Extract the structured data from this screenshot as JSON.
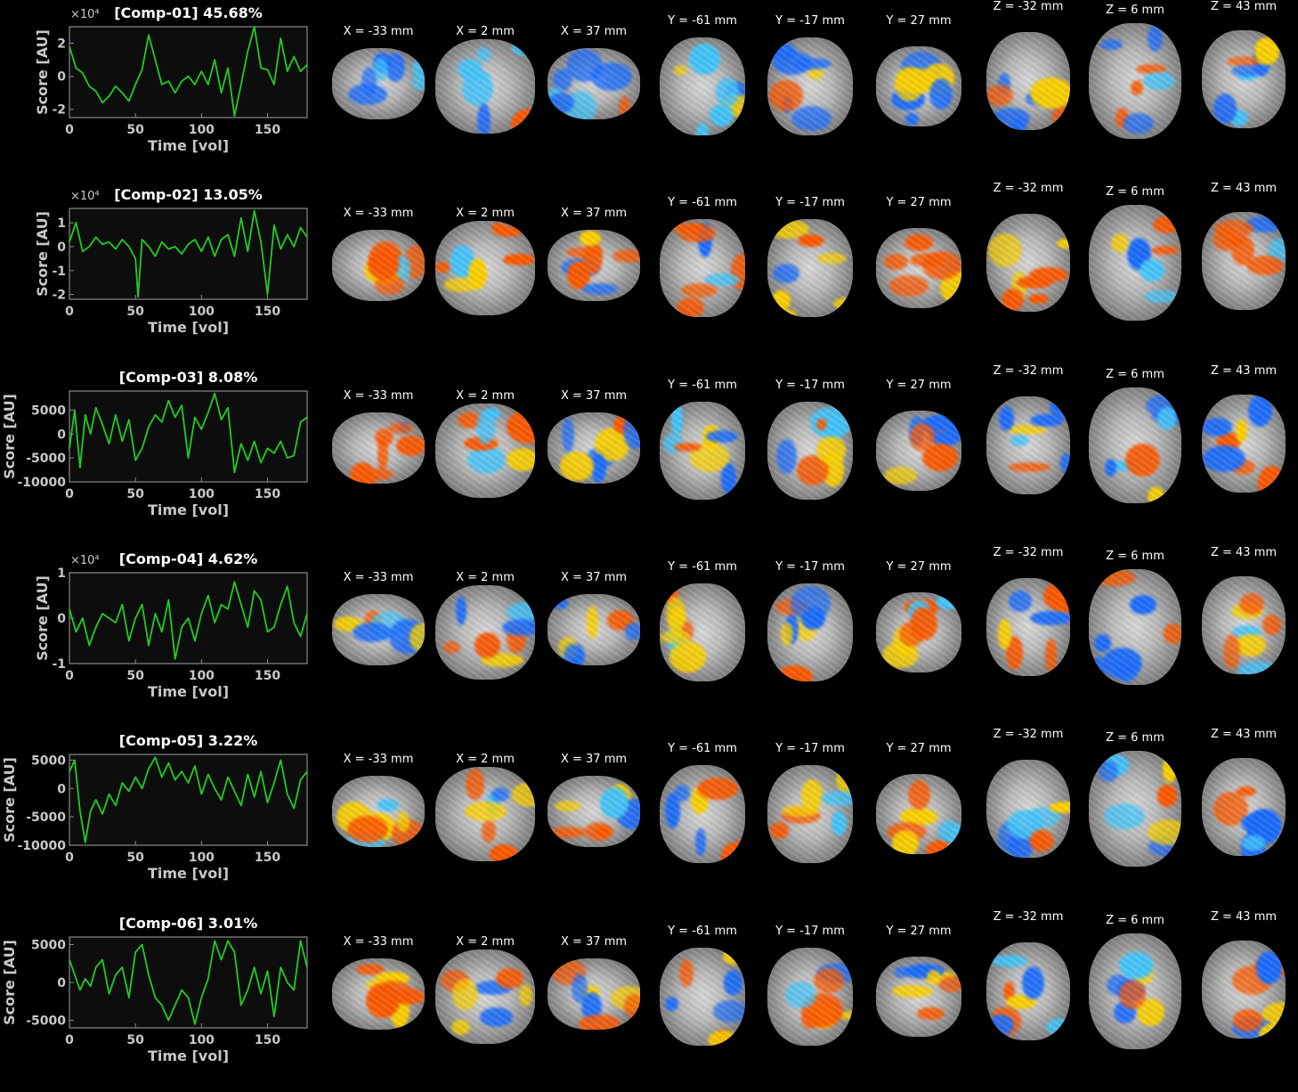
{
  "ts_color": "#22cc22",
  "activation_colors": {
    "pos": [
      "#ff5a00",
      "#ffd400"
    ],
    "neg": [
      "#1e6fff",
      "#45c8ff"
    ]
  },
  "slice_labels": [
    "X = -33 mm",
    "X = 2 mm",
    "X = 37 mm",
    "Y = -61 mm",
    "Y = -17 mm",
    "Y = 27 mm",
    "Z = -32 mm",
    "Z = 6 mm",
    "Z = 43 mm"
  ],
  "components": [
    {
      "title": "[Comp-01] 45.68%",
      "exponent": "×10⁴",
      "bias": -0.6
    },
    {
      "title": "[Comp-02] 13.05%",
      "exponent": "×10⁴",
      "bias": 0.5
    },
    {
      "title": "[Comp-03] 8.08%",
      "exponent": "",
      "bias": 0.2
    },
    {
      "title": "[Comp-04] 4.62%",
      "exponent": "×10⁴",
      "bias": 0.0
    },
    {
      "title": "[Comp-05] 3.22%",
      "exponent": "",
      "bias": 0.3
    },
    {
      "title": "[Comp-06] 3.01%",
      "exponent": "",
      "bias": 0.1
    }
  ],
  "chart_data": [
    {
      "type": "line",
      "title": "[Comp-01] 45.68%",
      "xlabel": "Time [vol]",
      "ylabel": "Score [AU]",
      "xlim": [
        0,
        180
      ],
      "ylim": [
        -2.5,
        3.0
      ],
      "xticks": [
        0,
        50,
        100,
        150
      ],
      "yticks": [
        -2,
        0,
        2
      ],
      "y_multiplier": "×10⁴",
      "x": [
        0,
        5,
        10,
        15,
        20,
        25,
        30,
        35,
        40,
        45,
        50,
        55,
        60,
        65,
        70,
        75,
        80,
        85,
        90,
        95,
        100,
        105,
        110,
        115,
        120,
        125,
        130,
        135,
        140,
        145,
        150,
        155,
        160,
        165,
        170,
        175,
        180
      ],
      "y": [
        1.8,
        0.5,
        0.2,
        -0.6,
        -0.9,
        -1.6,
        -1.2,
        -0.6,
        -1.0,
        -1.5,
        -0.5,
        0.4,
        2.5,
        1.0,
        -0.5,
        -0.3,
        -1.0,
        -0.3,
        0.0,
        -0.5,
        0.3,
        -0.5,
        1.0,
        -1.0,
        0.5,
        -2.4,
        -0.5,
        1.5,
        3.0,
        0.5,
        0.4,
        -0.5,
        2.3,
        0.3,
        1.2,
        0.3,
        0.7
      ]
    },
    {
      "type": "line",
      "title": "[Comp-02] 13.05%",
      "xlabel": "Time [vol]",
      "ylabel": "Score [AU]",
      "xlim": [
        0,
        180
      ],
      "ylim": [
        -2.2,
        1.6
      ],
      "xticks": [
        0,
        50,
        100,
        150
      ],
      "yticks": [
        -2,
        -1,
        0,
        1
      ],
      "y_multiplier": "×10⁴",
      "x": [
        0,
        5,
        10,
        15,
        20,
        25,
        30,
        35,
        40,
        45,
        50,
        52,
        55,
        60,
        65,
        70,
        75,
        80,
        85,
        90,
        95,
        100,
        105,
        110,
        115,
        120,
        125,
        130,
        135,
        140,
        145,
        150,
        155,
        160,
        165,
        170,
        175,
        180
      ],
      "y": [
        0.2,
        1.0,
        -0.2,
        0.0,
        0.4,
        0.1,
        0.2,
        -0.1,
        0.3,
        0.0,
        -0.5,
        -2.1,
        0.3,
        0.0,
        -0.4,
        0.2,
        -0.1,
        0.0,
        -0.3,
        0.1,
        0.3,
        -0.2,
        0.4,
        -0.4,
        0.3,
        0.5,
        -0.4,
        1.2,
        -0.2,
        1.5,
        0.2,
        -2.0,
        0.9,
        -0.1,
        0.5,
        0.0,
        0.8,
        0.4
      ]
    },
    {
      "type": "line",
      "title": "[Comp-03] 8.08%",
      "xlabel": "Time [vol]",
      "ylabel": "Score [AU]",
      "xlim": [
        0,
        180
      ],
      "ylim": [
        -10000,
        9000
      ],
      "xticks": [
        0,
        50,
        100,
        150
      ],
      "yticks": [
        -10000,
        -5000,
        0,
        5000
      ],
      "x": [
        0,
        4,
        8,
        12,
        16,
        20,
        25,
        30,
        35,
        40,
        45,
        50,
        55,
        60,
        65,
        70,
        75,
        80,
        85,
        90,
        95,
        100,
        105,
        110,
        115,
        120,
        125,
        130,
        135,
        140,
        145,
        150,
        155,
        160,
        165,
        170,
        175,
        180
      ],
      "y": [
        -3000,
        5000,
        -7000,
        4000,
        0,
        5500,
        2000,
        -2000,
        4000,
        -1500,
        3000,
        -5500,
        -3000,
        1500,
        4000,
        2500,
        7000,
        3500,
        6000,
        -5000,
        3500,
        1000,
        4500,
        8500,
        3000,
        5500,
        -8000,
        -2000,
        -5500,
        -1500,
        -6000,
        -3000,
        -4000,
        -1500,
        -5000,
        -4500,
        2500,
        3500
      ]
    },
    {
      "type": "line",
      "title": "[Comp-04] 4.62%",
      "xlabel": "Time [vol]",
      "ylabel": "Score [AU]",
      "xlim": [
        0,
        180
      ],
      "ylim": [
        -1.0,
        1.0
      ],
      "xticks": [
        0,
        50,
        100,
        150
      ],
      "yticks": [
        -1,
        0,
        1
      ],
      "y_multiplier": "×10⁴",
      "x": [
        0,
        5,
        10,
        15,
        20,
        25,
        30,
        35,
        40,
        45,
        50,
        55,
        60,
        65,
        70,
        75,
        80,
        85,
        90,
        95,
        100,
        105,
        110,
        115,
        120,
        125,
        130,
        135,
        140,
        145,
        150,
        155,
        160,
        165,
        170,
        175,
        180
      ],
      "y": [
        0.2,
        -0.3,
        0.0,
        -0.6,
        -0.2,
        0.1,
        0.0,
        -0.1,
        0.3,
        -0.5,
        0.0,
        0.3,
        -0.6,
        0.1,
        -0.3,
        0.4,
        -0.9,
        -0.2,
        0.0,
        -0.5,
        0.1,
        0.5,
        -0.1,
        0.3,
        0.2,
        0.8,
        0.3,
        -0.2,
        0.6,
        0.4,
        -0.3,
        -0.2,
        0.3,
        0.7,
        -0.1,
        -0.4,
        0.1
      ]
    },
    {
      "type": "line",
      "title": "[Comp-05] 3.22%",
      "xlabel": "Time [vol]",
      "ylabel": "Score [AU]",
      "xlim": [
        0,
        180
      ],
      "ylim": [
        -10000,
        6000
      ],
      "xticks": [
        0,
        50,
        100,
        150
      ],
      "yticks": [
        -10000,
        -5000,
        0,
        5000
      ],
      "x": [
        0,
        4,
        8,
        12,
        16,
        20,
        25,
        30,
        35,
        40,
        45,
        50,
        55,
        60,
        65,
        70,
        75,
        80,
        85,
        90,
        95,
        100,
        105,
        110,
        115,
        120,
        125,
        130,
        135,
        140,
        145,
        150,
        155,
        160,
        165,
        170,
        175,
        180
      ],
      "y": [
        3000,
        5000,
        -4000,
        -9500,
        -4000,
        -2000,
        -4500,
        -1000,
        -3000,
        1000,
        -500,
        2000,
        0,
        3500,
        5500,
        2000,
        4500,
        1500,
        3000,
        1000,
        4000,
        -1000,
        2500,
        0,
        -2000,
        2000,
        -500,
        -3000,
        2500,
        -1500,
        3000,
        -2500,
        1000,
        5000,
        -1000,
        -3500,
        1500,
        3000
      ]
    },
    {
      "type": "line",
      "title": "[Comp-06] 3.01%",
      "xlabel": "Time [vol]",
      "ylabel": "Score [AU]",
      "xlim": [
        0,
        180
      ],
      "ylim": [
        -6000,
        6000
      ],
      "xticks": [
        0,
        50,
        100,
        150
      ],
      "yticks": [
        -5000,
        0,
        5000
      ],
      "x": [
        0,
        4,
        8,
        12,
        16,
        20,
        25,
        30,
        35,
        40,
        45,
        50,
        55,
        60,
        65,
        70,
        75,
        80,
        85,
        90,
        95,
        100,
        105,
        110,
        115,
        120,
        125,
        130,
        135,
        140,
        145,
        150,
        155,
        160,
        165,
        170,
        175,
        180
      ],
      "y": [
        3000,
        1000,
        -1000,
        500,
        -500,
        2000,
        3000,
        -1500,
        1000,
        2000,
        -2000,
        4000,
        5000,
        1000,
        -2000,
        -3000,
        -5000,
        -3000,
        -1000,
        -2000,
        -5500,
        -2000,
        500,
        5500,
        3000,
        5500,
        4000,
        -3000,
        -1000,
        2000,
        -1500,
        1500,
        -4500,
        2000,
        0,
        -1000,
        5500,
        2000
      ]
    }
  ]
}
